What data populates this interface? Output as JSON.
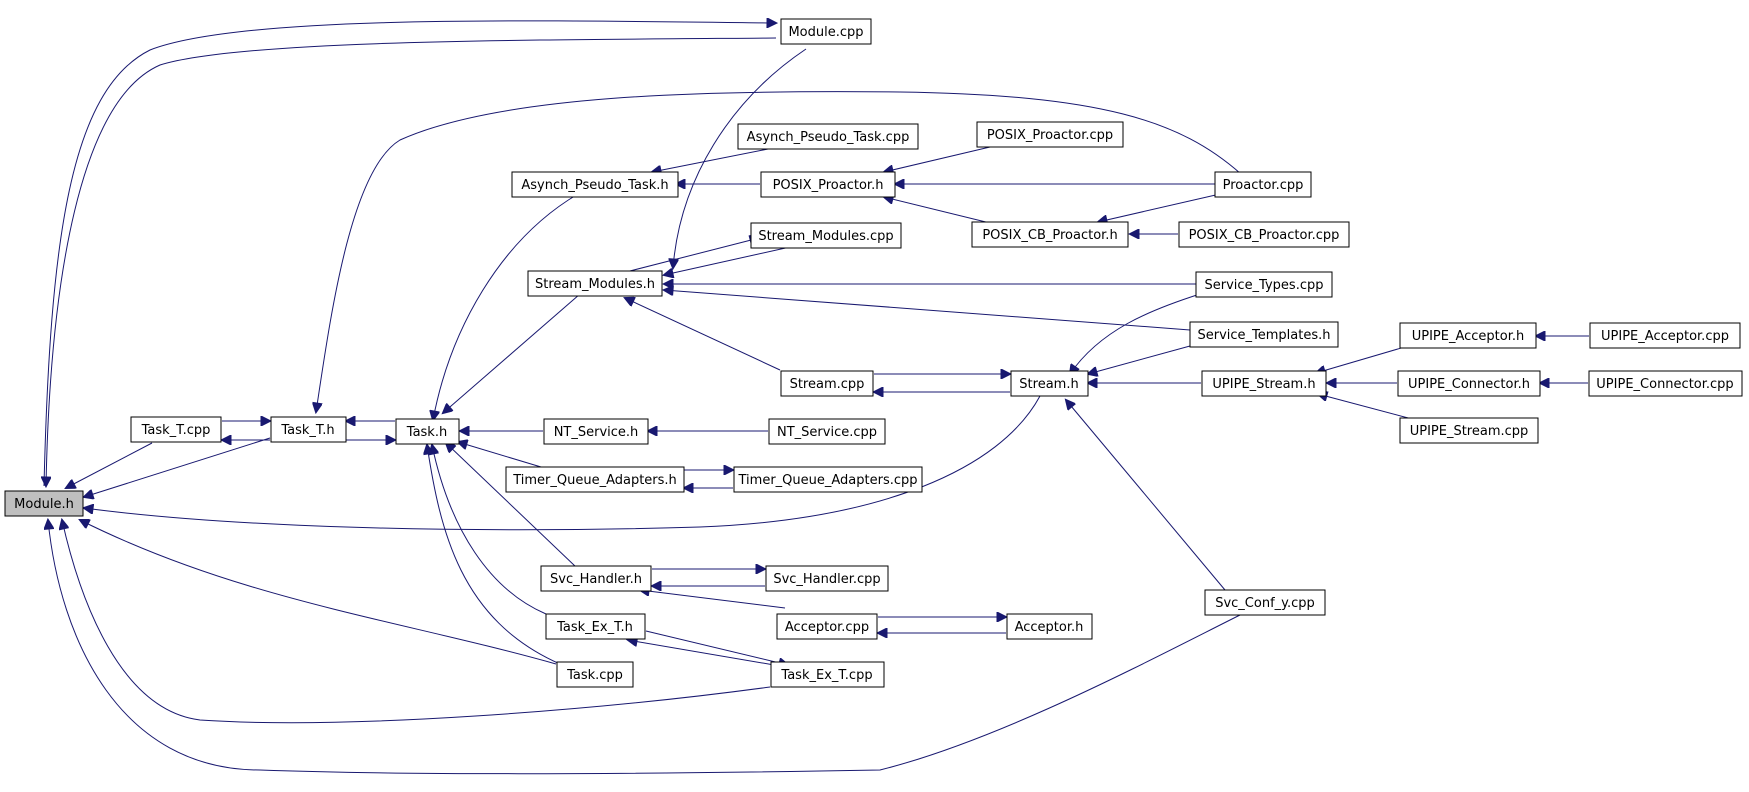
{
  "nodes": [
    {
      "id": "module_h",
      "label": "Module.h",
      "root": true
    },
    {
      "id": "module_cpp",
      "label": "Module.cpp"
    },
    {
      "id": "task_t_cpp",
      "label": "Task_T.cpp"
    },
    {
      "id": "task_t_h",
      "label": "Task_T.h"
    },
    {
      "id": "task_h",
      "label": "Task.h"
    },
    {
      "id": "asynch_pseudo_task_cpp",
      "label": "Asynch_Pseudo_Task.cpp"
    },
    {
      "id": "asynch_pseudo_task_h",
      "label": "Asynch_Pseudo_Task.h"
    },
    {
      "id": "posix_proactor_h",
      "label": "POSIX_Proactor.h"
    },
    {
      "id": "posix_proactor_cpp",
      "label": "POSIX_Proactor.cpp"
    },
    {
      "id": "proactor_cpp",
      "label": "Proactor.cpp"
    },
    {
      "id": "posix_cb_proactor_h",
      "label": "POSIX_CB_Proactor.h"
    },
    {
      "id": "posix_cb_proactor_cpp",
      "label": "POSIX_CB_Proactor.cpp"
    },
    {
      "id": "stream_modules_cpp",
      "label": "Stream_Modules.cpp"
    },
    {
      "id": "stream_modules_h",
      "label": "Stream_Modules.h"
    },
    {
      "id": "service_types_cpp",
      "label": "Service_Types.cpp"
    },
    {
      "id": "service_templates_h",
      "label": "Service_Templates.h"
    },
    {
      "id": "upipe_acceptor_h",
      "label": "UPIPE_Acceptor.h"
    },
    {
      "id": "upipe_acceptor_cpp",
      "label": "UPIPE_Acceptor.cpp"
    },
    {
      "id": "stream_cpp",
      "label": "Stream.cpp"
    },
    {
      "id": "stream_h",
      "label": "Stream.h"
    },
    {
      "id": "upipe_stream_h",
      "label": "UPIPE_Stream.h"
    },
    {
      "id": "upipe_connector_h",
      "label": "UPIPE_Connector.h"
    },
    {
      "id": "upipe_connector_cpp",
      "label": "UPIPE_Connector.cpp"
    },
    {
      "id": "upipe_stream_cpp",
      "label": "UPIPE_Stream.cpp"
    },
    {
      "id": "nt_service_h",
      "label": "NT_Service.h"
    },
    {
      "id": "nt_service_cpp",
      "label": "NT_Service.cpp"
    },
    {
      "id": "timer_queue_adapters_h",
      "label": "Timer_Queue_Adapters.h"
    },
    {
      "id": "timer_queue_adapters_cpp",
      "label": "Timer_Queue_Adapters.cpp"
    },
    {
      "id": "svc_handler_h",
      "label": "Svc_Handler.h"
    },
    {
      "id": "svc_handler_cpp",
      "label": "Svc_Handler.cpp"
    },
    {
      "id": "svc_conf_y_cpp",
      "label": "Svc_Conf_y.cpp"
    },
    {
      "id": "acceptor_cpp",
      "label": "Acceptor.cpp"
    },
    {
      "id": "acceptor_h",
      "label": "Acceptor.h"
    },
    {
      "id": "task_ex_t_h",
      "label": "Task_Ex_T.h"
    },
    {
      "id": "task_cpp",
      "label": "Task.cpp"
    },
    {
      "id": "task_ex_t_cpp",
      "label": "Task_Ex_T.cpp"
    }
  ],
  "colors": {
    "edge": "#191970",
    "node_border": "#000000",
    "node_fill": "#ffffff",
    "root_fill": "#bfbfbf"
  }
}
